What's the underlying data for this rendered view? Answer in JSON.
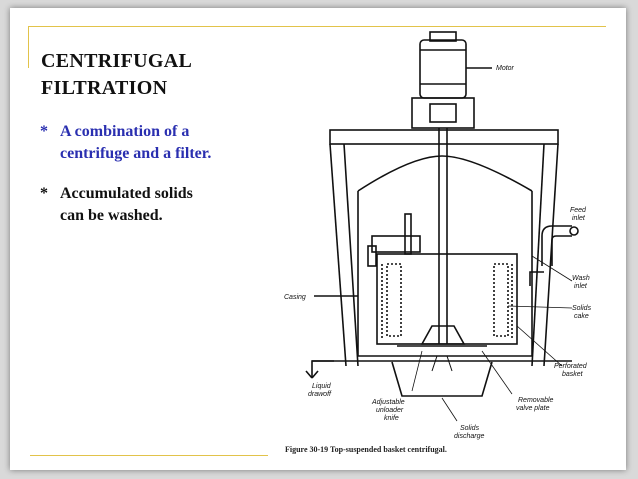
{
  "slide": {
    "title_line1": "CENTRIFUGAL",
    "title_line2": "FILTRATION",
    "bullets": [
      {
        "star": "*",
        "line1": "A combination of a",
        "line2": "centrifuge and a filter."
      },
      {
        "star": "*",
        "line1": "Accumulated solids",
        "line2": "can be washed."
      }
    ],
    "accent_color": "#2a2fb0",
    "rule_color": "#e2c34a"
  },
  "figure": {
    "labels": {
      "motor": "Motor",
      "feed": "Feed",
      "inlet": "inlet",
      "wash": "Wash",
      "wash_inlet": "inlet",
      "casing": "Casing",
      "solids": "Solids",
      "cake": "cake",
      "perforated": "Perforated",
      "basket": "basket",
      "liquid": "Liquid",
      "drawoff": "drawoff",
      "adjustable": "Adjustable",
      "unloader": "unloader",
      "knife": "knife",
      "removable": "Removable",
      "valve_plate": "valve plate",
      "solids2": "Solids",
      "discharge": "discharge"
    },
    "caption": "Figure 30-19  Top-suspended basket centrifugal."
  }
}
